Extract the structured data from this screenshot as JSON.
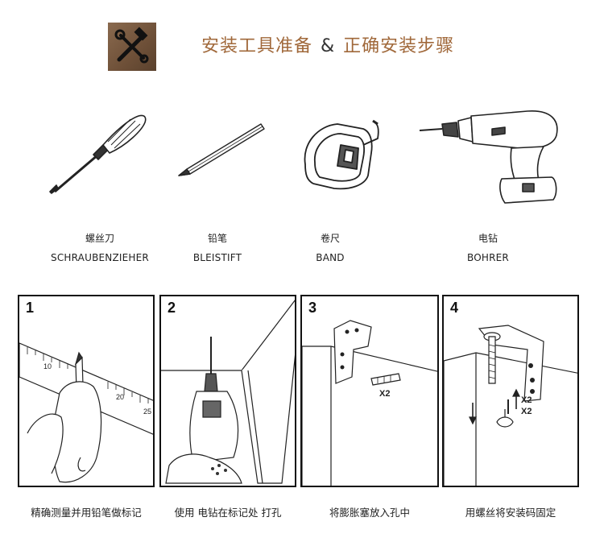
{
  "header": {
    "title_left": "安装工具准备",
    "ampersand": "&",
    "title_right": "正确安装步骤",
    "badge_icon": "hammer-wrench-icon",
    "colors": {
      "badge": "#7a5a40",
      "title": "#a0683a"
    }
  },
  "tools": [
    {
      "cn": "螺丝刀",
      "de": "SCHRAUBENZIEHER",
      "icon": "screwdriver-icon"
    },
    {
      "cn": "铅笔",
      "de": "BLEISTIFT",
      "icon": "pencil-icon"
    },
    {
      "cn": "卷尺",
      "de": "BAND",
      "icon": "tape-measure-icon"
    },
    {
      "cn": "电钻",
      "de": "BOHRER",
      "icon": "power-drill-icon"
    }
  ],
  "steps": [
    {
      "number": "1",
      "caption": "精确测量并用铅笔做标记",
      "ruler_marks": [
        "10",
        "20",
        "25"
      ]
    },
    {
      "number": "2",
      "caption": "使用 电钻在标记处 打孔"
    },
    {
      "number": "3",
      "caption": "将膨胀塞放入孔中",
      "qty": "X2"
    },
    {
      "number": "4",
      "caption": "用螺丝将安装码固定",
      "qty_a": "X2",
      "qty_b": "X2"
    }
  ]
}
